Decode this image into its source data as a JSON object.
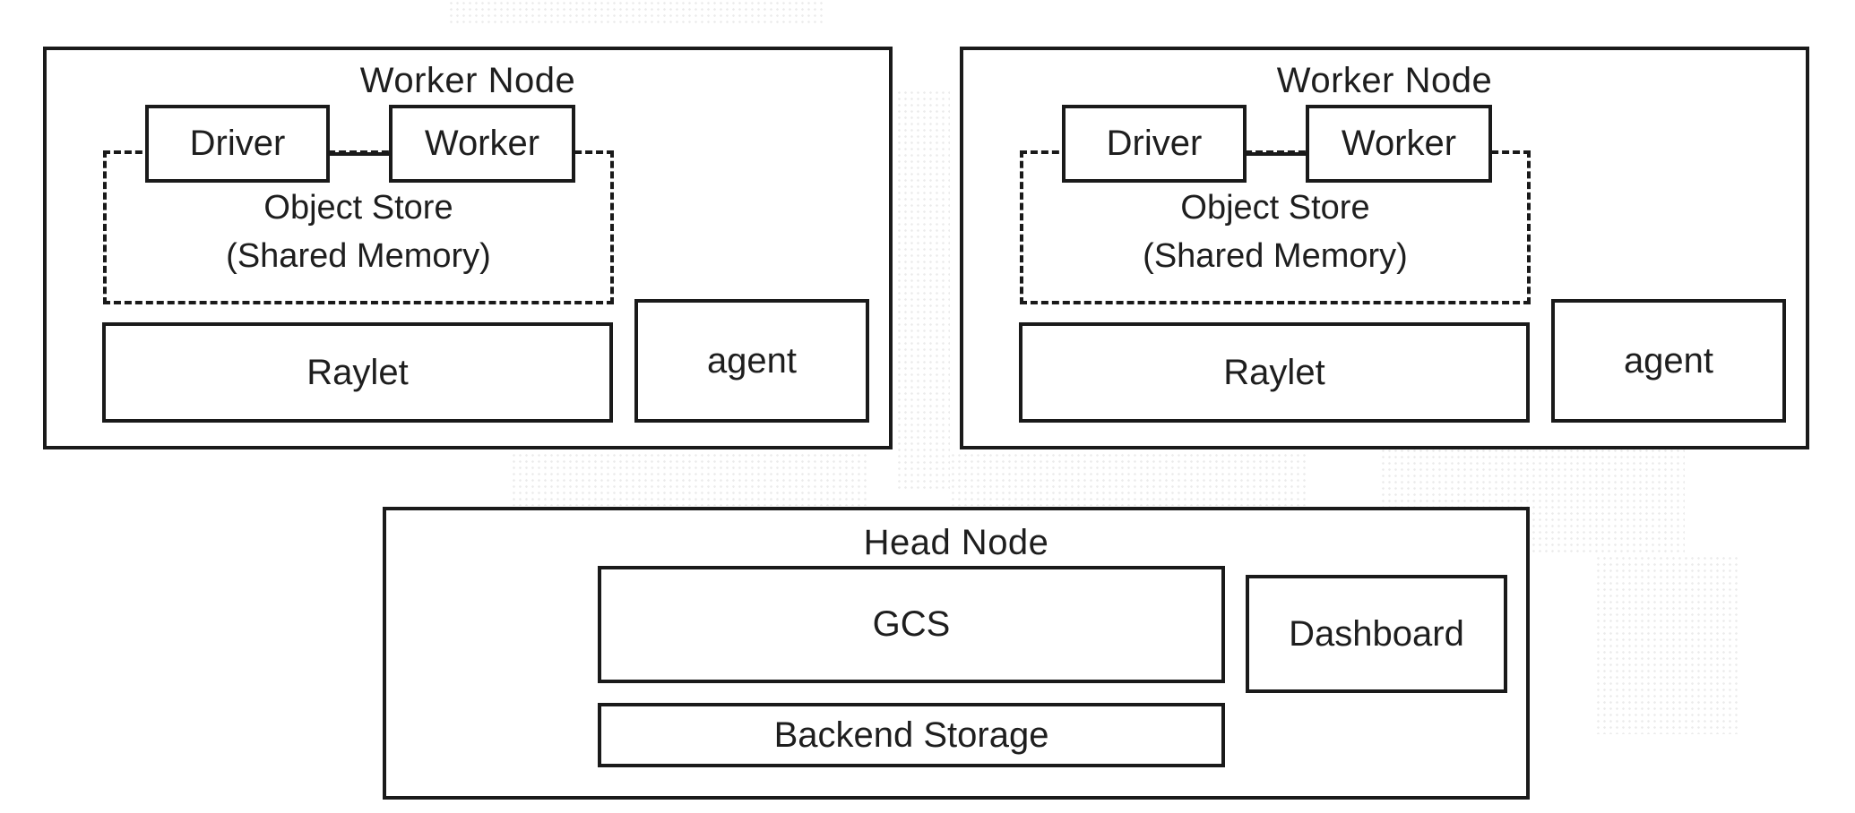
{
  "worker_nodes": [
    {
      "title": "Worker Node",
      "driver": "Driver",
      "worker": "Worker",
      "object_store_line1": "Object Store",
      "object_store_line2": "(Shared Memory)",
      "raylet": "Raylet",
      "agent": "agent"
    },
    {
      "title": "Worker Node",
      "driver": "Driver",
      "worker": "Worker",
      "object_store_line1": "Object Store",
      "object_store_line2": "(Shared Memory)",
      "raylet": "Raylet",
      "agent": "agent"
    }
  ],
  "head_node": {
    "title": "Head Node",
    "gcs": "GCS",
    "dashboard": "Dashboard",
    "backend_storage": "Backend Storage"
  }
}
